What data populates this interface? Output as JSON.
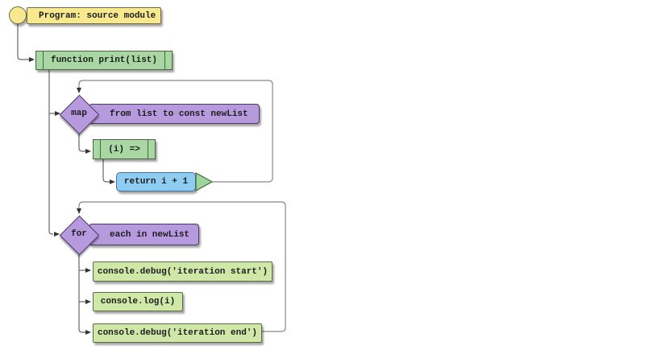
{
  "diagram": {
    "title_node": {
      "label": "Program: source module"
    },
    "function_node": {
      "label": "function print(list)"
    },
    "map_loop": {
      "keyword": "map",
      "label": "from list to const newList"
    },
    "callback_node": {
      "label": "(i) =>"
    },
    "return_node": {
      "label": "return i + 1"
    },
    "for_loop": {
      "keyword": "for",
      "label": "each in newList"
    },
    "statements": [
      {
        "label": "console.debug('iteration start')"
      },
      {
        "label": "console.log(i)"
      },
      {
        "label": "console.debug('iteration end')"
      }
    ],
    "colors": {
      "program_fill": "#f8e98f",
      "function_fill": "#a8d7a4",
      "loop_fill": "#b79ade",
      "return_fill": "#8ecdf2",
      "statement_fill": "#cfe8a8",
      "return_arrow_fill": "#9fd49b",
      "connector_line": "#666666",
      "loopback_line": "#888888",
      "background": "#ffffff"
    }
  }
}
